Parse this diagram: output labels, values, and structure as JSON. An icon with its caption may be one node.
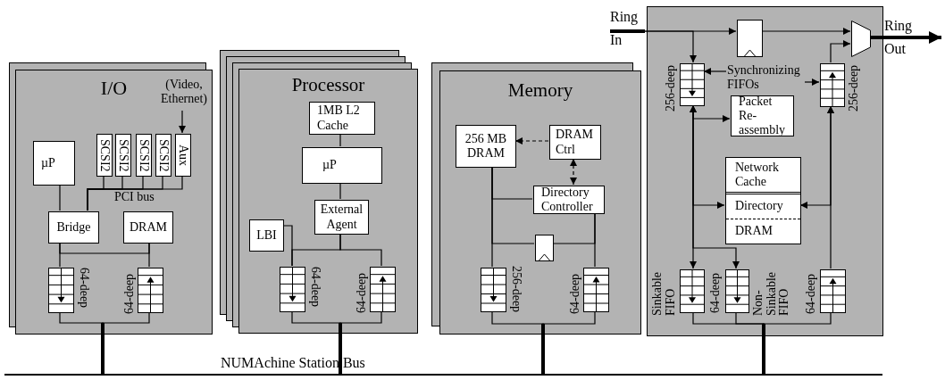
{
  "diagram": {
    "nodes": [
      {
        "text": [
          "I/O"
        ]
      },
      {
        "text": [
          "(Video, Ethernet)"
        ],
        "in": 0
      },
      {
        "text": [
          "µP"
        ],
        "in": 0
      },
      {
        "text": [
          "SCSI2"
        ],
        "in": 0
      },
      {
        "text": [
          "SCSI2"
        ],
        "in": 0
      },
      {
        "text": [
          "SCSI2"
        ],
        "in": 0
      },
      {
        "text": [
          "SCSI2"
        ],
        "in": 0
      },
      {
        "text": [
          "Aux"
        ],
        "in": 0
      },
      {
        "text": [
          "Bridge"
        ],
        "in": 0
      },
      {
        "text": [
          "DRAM"
        ],
        "in": 0
      },
      {
        "text": [],
        "shape": "box",
        "in": 0,
        "beside": [
          "64-deep"
        ]
      },
      {
        "text": [],
        "shape": "box",
        "in": 0,
        "beside": [
          "64-deep"
        ]
      },
      {
        "text": [
          "Processor"
        ]
      },
      {
        "text": [
          "1MB L2 Cache"
        ],
        "in": 12
      },
      {
        "text": [
          "µP"
        ],
        "in": 12
      },
      {
        "text": [
          "External Agent"
        ],
        "in": 12
      },
      {
        "text": [
          "LBI"
        ],
        "in": 12
      },
      {
        "text": [],
        "shape": "box",
        "in": 12,
        "beside": [
          "64-deep"
        ]
      },
      {
        "text": [],
        "shape": "box",
        "in": 12,
        "beside": [
          "64-deep"
        ]
      },
      {
        "text": [
          "Memory"
        ]
      },
      {
        "text": [
          "256 MB DRAM"
        ],
        "in": 19
      },
      {
        "text": [
          "DRAM Ctrl"
        ],
        "in": 19
      },
      {
        "text": [
          "Directory Controller"
        ],
        "in": 19
      },
      {
        "text": [],
        "shape": "box",
        "in": 19
      },
      {
        "text": [],
        "shape": "box",
        "in": 19,
        "beside": [
          "256-deep"
        ]
      },
      {
        "text": [],
        "shape": "box",
        "in": 19,
        "beside": [
          "64-deep"
        ]
      },
      {
        "text": [],
        "shape": "box"
      },
      {
        "text": [],
        "shape": "box",
        "in": 26
      },
      {
        "text": [],
        "shape": "trapezoid",
        "in": 26
      },
      {
        "text": [
          "Synchronizing FIFOs"
        ],
        "in": 26
      },
      {
        "text": [],
        "shape": "box",
        "in": 26,
        "beside": [
          "256-deep"
        ]
      },
      {
        "text": [],
        "shape": "box",
        "in": 26,
        "beside": [
          "256-deep"
        ]
      },
      {
        "text": [
          "Packet Re- assembly"
        ],
        "in": 26
      },
      {
        "text": [
          "Network Cache",
          "Directory",
          "DRAM"
        ],
        "in": 26
      },
      {
        "text": [],
        "shape": "box",
        "in": 26,
        "beside": [
          "Sinkable FIFO"
        ]
      },
      {
        "text": [],
        "shape": "box",
        "in": 26,
        "beside": [
          "Non-Sinkable FIFO"
        ]
      },
      {
        "text": [],
        "shape": "box",
        "in": 26,
        "beside": [
          "64-deep"
        ]
      },
      {
        "text": [],
        "shape": "bar"
      },
      {
        "text": [
          "Ring In"
        ]
      },
      {
        "text": [
          "Ring Out"
        ]
      }
    ],
    "edges": [
      {
        "from": 1,
        "to": 7,
        "arrow": "to"
      },
      {
        "from": 2,
        "to": 8,
        "arrow": "none"
      },
      {
        "from": 3,
        "to": 8,
        "arrow": "none"
      },
      {
        "from": 4,
        "to": 8,
        "arrow": "none"
      },
      {
        "from": 5,
        "to": 8,
        "arrow": "none"
      },
      {
        "from": 6,
        "to": 8,
        "arrow": "none"
      },
      {
        "from": 7,
        "to": 8,
        "arrow": "none"
      },
      {
        "from": 8,
        "to": 9,
        "arrow": "none"
      },
      {
        "from": 8,
        "to": 10,
        "arrow": "none"
      },
      {
        "from": 9,
        "to": 11,
        "arrow": "none"
      },
      {
        "from": 10,
        "to": 37,
        "arrow": "none"
      },
      {
        "from": 11,
        "to": 37,
        "arrow": "none"
      },
      {
        "from": 13,
        "to": 14,
        "arrow": "none"
      },
      {
        "from": 14,
        "to": 15,
        "arrow": "none"
      },
      {
        "from": 15,
        "to": 17,
        "arrow": "none"
      },
      {
        "from": 15,
        "to": 18,
        "arrow": "none"
      },
      {
        "from": 16,
        "to": 17,
        "arrow": "none"
      },
      {
        "from": 17,
        "to": 37,
        "arrow": "none"
      },
      {
        "from": 18,
        "to": 37,
        "arrow": "none"
      },
      {
        "from": 21,
        "to": 20,
        "arrow": "to",
        "style": "dashed"
      },
      {
        "from": 21,
        "to": 22,
        "arrow": "both",
        "style": "dashed"
      },
      {
        "from": 20,
        "to": 24,
        "arrow": "none"
      },
      {
        "from": 22,
        "to": 20,
        "arrow": "none"
      },
      {
        "from": 22,
        "to": 25,
        "arrow": "none"
      },
      {
        "from": 23,
        "to": 20,
        "arrow": "none"
      },
      {
        "from": 23,
        "to": 22,
        "arrow": "none"
      },
      {
        "from": 24,
        "to": 37,
        "arrow": "none"
      },
      {
        "from": 25,
        "to": 37,
        "arrow": "none"
      },
      {
        "from": 38,
        "to": 27,
        "arrow": "to"
      },
      {
        "from": 38,
        "to": 30,
        "arrow": "to"
      },
      {
        "from": 27,
        "to": 28,
        "arrow": "to"
      },
      {
        "from": 31,
        "to": 28,
        "arrow": "to"
      },
      {
        "from": 28,
        "to": 39,
        "arrow": "to",
        "style": "thick"
      },
      {
        "from": 29,
        "to": 30,
        "arrow": "to"
      },
      {
        "from": 29,
        "to": 31,
        "arrow": "to"
      },
      {
        "from": 30,
        "to": 32,
        "arrow": "both"
      },
      {
        "from": 30,
        "to": 33,
        "arrow": "both"
      },
      {
        "from": 33,
        "to": 31,
        "arrow": "both"
      },
      {
        "from": 36,
        "to": 31,
        "arrow": "to"
      },
      {
        "from": 30,
        "to": 34,
        "arrow": "to"
      },
      {
        "from": 30,
        "to": 35,
        "arrow": "to"
      },
      {
        "from": 34,
        "to": 37,
        "arrow": "none"
      },
      {
        "from": 35,
        "to": 37,
        "arrow": "none"
      },
      {
        "from": 36,
        "to": 37,
        "arrow": "none"
      }
    ],
    "labels": [
      "PCI bus",
      "64-deep",
      "NUMAchine Station Bus"
    ]
  }
}
